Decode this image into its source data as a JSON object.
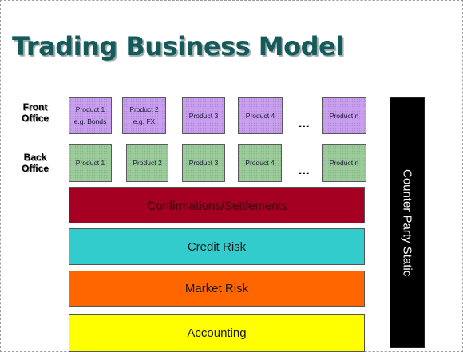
{
  "title": "Trading Business Model",
  "row_labels": {
    "front": "Front\nOffice",
    "back": "Back\nOffice"
  },
  "front_office": [
    {
      "line1": "Product 1",
      "line2": "e.g. Bonds"
    },
    {
      "line1": "Product 2",
      "line2": "e.g. FX"
    },
    {
      "line1": "Product 3",
      "line2": ""
    },
    {
      "line1": "Product 4",
      "line2": ""
    },
    {
      "line1": "Product n",
      "line2": ""
    }
  ],
  "back_office": [
    {
      "line1": "Product 1"
    },
    {
      "line1": "Product 2"
    },
    {
      "line1": "Product 3"
    },
    {
      "line1": "Product 4"
    },
    {
      "line1": "Product n"
    }
  ],
  "ellipsis": "---",
  "bands": {
    "confirmations": {
      "label": "Confirmations/Settlements",
      "color": "#a50021"
    },
    "credit_risk": {
      "label": "Credit Risk",
      "color": "#33cccc"
    },
    "market_risk": {
      "label": "Market Risk",
      "color": "#ff6600"
    },
    "accounting": {
      "label": "Accounting",
      "color": "#ffff00"
    }
  },
  "counter_party": {
    "label": "Counter Party Static",
    "color": "#000000"
  },
  "colors": {
    "title": "#155a5a",
    "front_fill": "#c9a0ee",
    "back_fill": "#9ccc9c"
  }
}
